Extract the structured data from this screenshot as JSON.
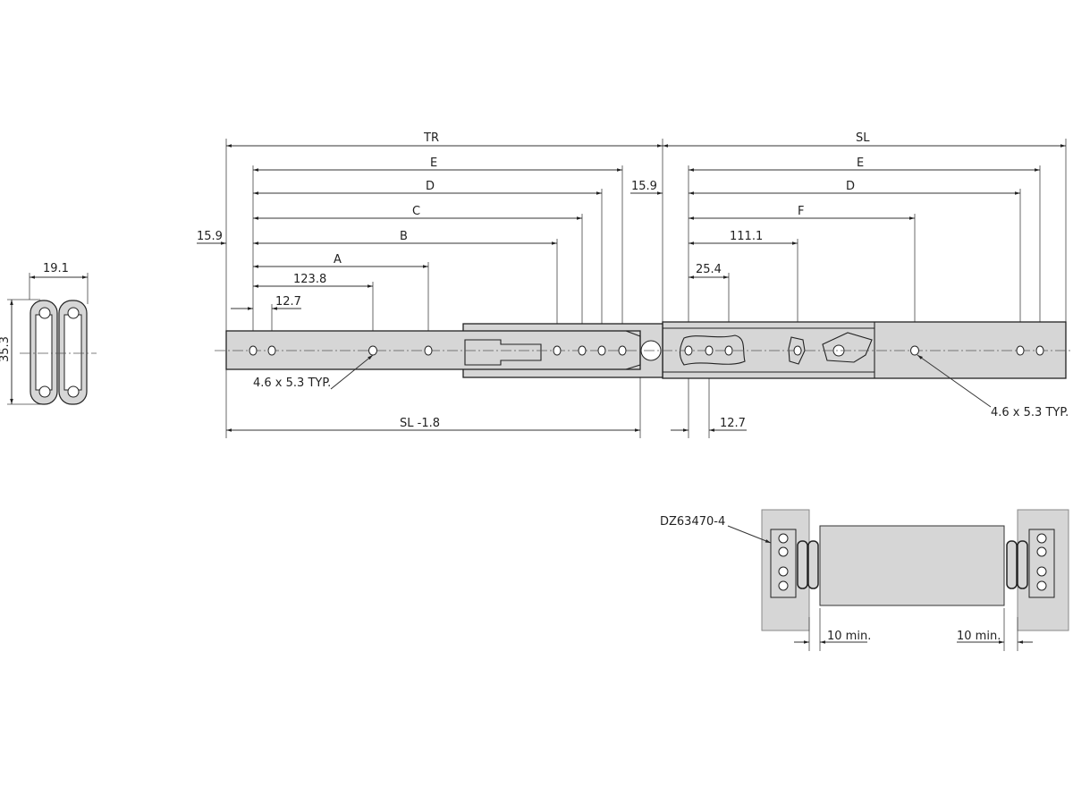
{
  "title": "Drawer slide dimension drawing",
  "profile": {
    "width_label": "19.1",
    "height_label": "35.3"
  },
  "top_dims": {
    "TR": "TR",
    "SL": "SL",
    "left": {
      "E": "E",
      "D": "D",
      "C": "C",
      "B": "B",
      "A": "A",
      "d1238": "123.8",
      "d127": "12.7",
      "d159": "15.9"
    },
    "right": {
      "E": "E",
      "D": "D",
      "F": "F",
      "d1111": "111.1",
      "d254": "25.4"
    },
    "mid_159": "15.9"
  },
  "bottom_dims": {
    "sl_minus": "SL  -1.8",
    "d127": "12.7"
  },
  "hole_callout_left": "4.6 x 5.3 TYP.",
  "hole_callout_right": "4.6 x 5.3 TYP.",
  "assembly": {
    "part_label": "DZ63470-4",
    "gap_left": "10 min.",
    "gap_right": "10 min."
  }
}
